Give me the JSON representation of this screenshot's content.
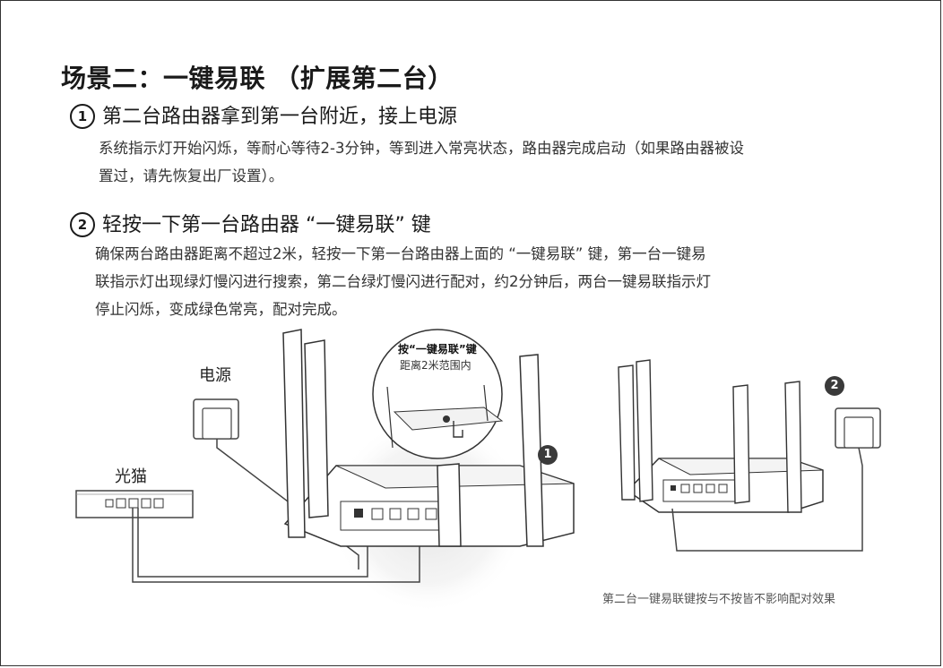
{
  "title": "场景二：一键易联 （扩展第二台）",
  "step1": {
    "num": "1",
    "heading": "第二台路由器拿到第一台附近，接上电源",
    "body_line1": "系统指示灯开始闪烁，等耐心等待2-3分钟，等到进入常亮状态，路由器完成启动（如果路由器被设",
    "body_line2": "置过，请先恢复出厂设置）。"
  },
  "step2": {
    "num": "2",
    "heading": "轻按一下第一台路由器 “一键易联” 键",
    "body_line1": "确保两台路由器距离不超过2米，轻按一下第一台路由器上面的 “一键易联” 键，第一台一键易",
    "body_line2": "联指示灯出现绿灯慢闪进行搜索，第二台绿灯慢闪进行配对，约2分钟后，两台一键易联指示灯",
    "body_line3": "停止闪烁，变成绿色常亮，配对完成。"
  },
  "diagram": {
    "power_label": "电源",
    "modem_label": "光猫",
    "bubble_title": "按“一键易联”键",
    "bubble_sub": "距离2米范围内",
    "badge1": "1",
    "badge2": "2",
    "footnote": "第二台一键易联键按与不按皆不影响配对效果"
  },
  "colors": {
    "ink": "#222222",
    "line": "#444444",
    "badge": "#3a3a3a",
    "glow": "#e9e9e9"
  }
}
